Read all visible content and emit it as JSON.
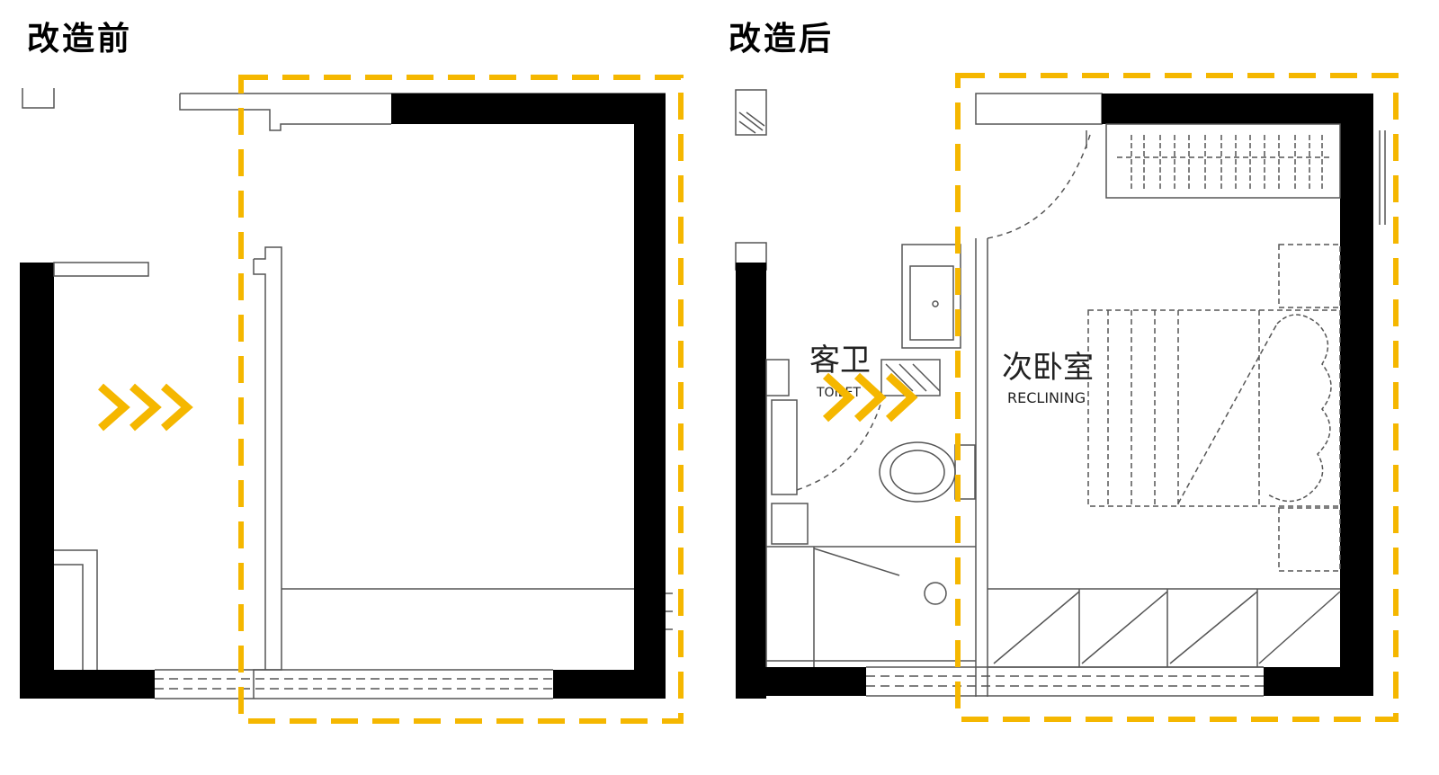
{
  "before": {
    "title": "改造前"
  },
  "after": {
    "title": "改造后",
    "rooms": {
      "toilet_cn": "客卫",
      "toilet_en": "TOILET",
      "bedroom_cn": "次卧室",
      "bedroom_en": "RECLINING"
    }
  },
  "colors": {
    "highlight": "#F5B700",
    "wall": "#000000",
    "line": "#555555"
  },
  "icons": [
    "chevron-right-icon",
    "dashed-highlight-box"
  ]
}
